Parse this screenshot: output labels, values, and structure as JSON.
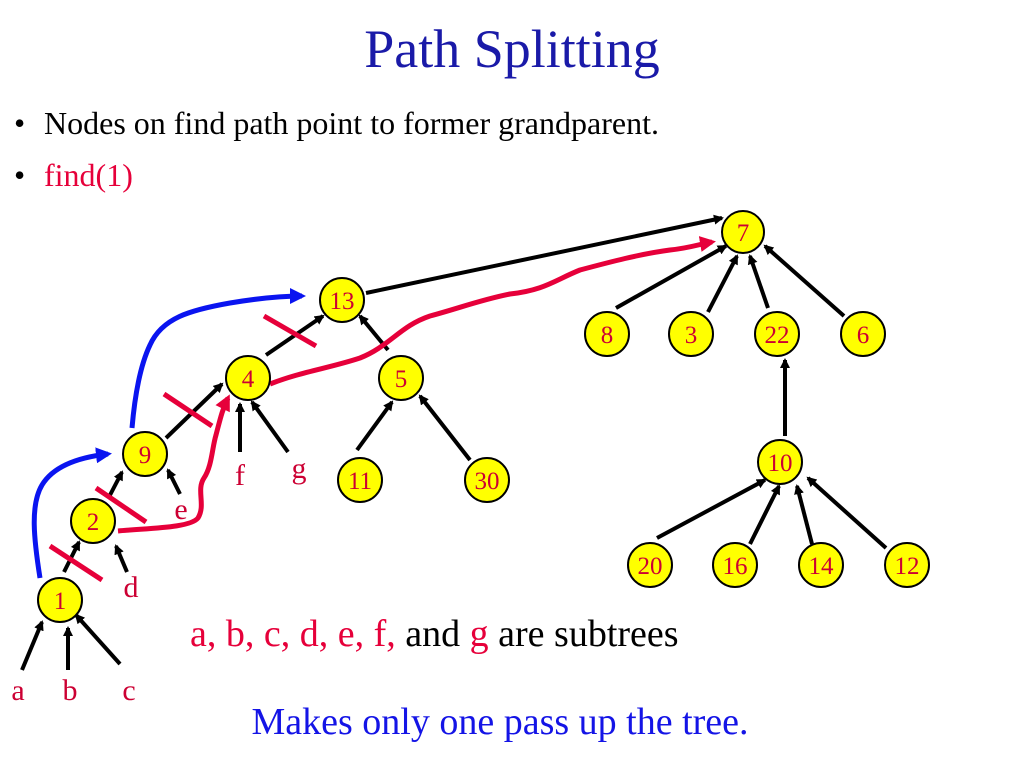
{
  "title": "Path Splitting",
  "bullets": [
    {
      "marker": "•",
      "text": "Nodes on find path point to former grandparent.",
      "color": "#000000"
    },
    {
      "marker": "•",
      "text": "find(1)",
      "color": "#e6003a"
    }
  ],
  "nodes": {
    "n7": "7",
    "n13": "13",
    "n8": "8",
    "n3": "3",
    "n22": "22",
    "n6": "6",
    "n4": "4",
    "n5": "5",
    "n9": "9",
    "n11": "11",
    "n30": "30",
    "n10": "10",
    "n2": "2",
    "n20": "20",
    "n16": "16",
    "n14": "14",
    "n12": "12",
    "n1": "1"
  },
  "subtree_labels": {
    "a": "a",
    "b": "b",
    "c": "c",
    "d": "d",
    "e": "e",
    "f": "f",
    "g": "g"
  },
  "caption_subtrees": {
    "red_part": "a, b, c, d, e, f,",
    "and": "and",
    "g": "g",
    "rest": "are subtrees"
  },
  "caption_pass": "Makes only one pass up the tree.",
  "colors": {
    "title": "#1a1aa8",
    "node_fill": "#ffff00",
    "red": "#e6003a",
    "blue": "#0a14f0",
    "node_text": "#cc0033"
  }
}
